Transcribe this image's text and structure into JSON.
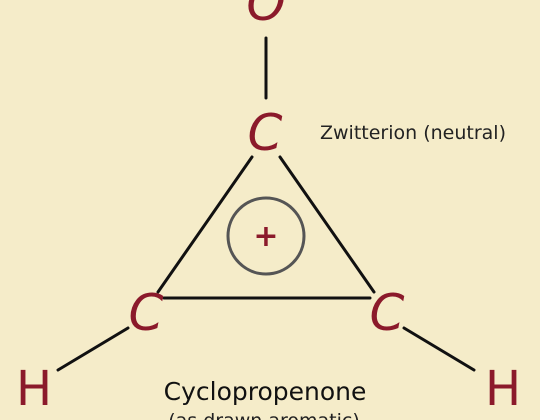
{
  "diagram": {
    "atoms": {
      "oxygen": "O",
      "carbonyl_carbon": "C",
      "carbon_left": "C",
      "carbon_right": "C",
      "hydrogen_left": "H",
      "hydrogen_right": "H"
    },
    "ring_charge": "+",
    "annotation": "Zwitterion (neutral)",
    "title": "Cyclopropenone",
    "subtitle": "(as drawn aromatic)"
  },
  "colors": {
    "background": "#f5ecc9",
    "atom_text": "#8b1a2b",
    "bond": "#111111",
    "charge_ring": "#555555"
  }
}
